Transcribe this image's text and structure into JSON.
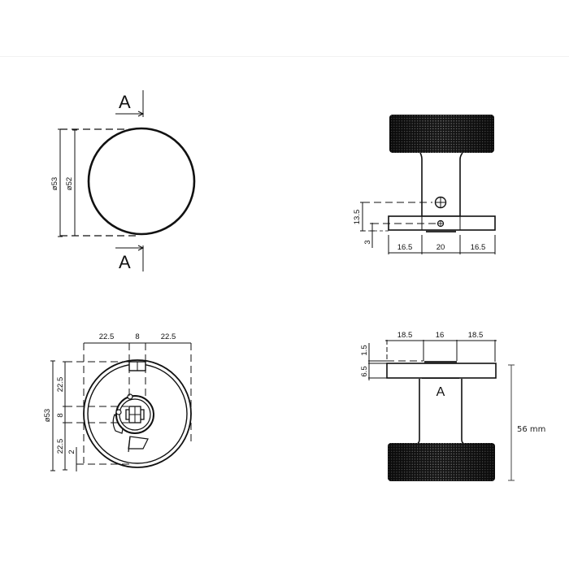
{
  "drawing": {
    "title": "Knurled door knob technical drawing",
    "views": {
      "front_view": {
        "section_label_top": "A",
        "section_label_bottom": "A",
        "dim_outer": "ø53",
        "dim_inner": "ø52"
      },
      "side_view_top": {
        "dim_hole_height": "13.5",
        "dim_small_hole": "3",
        "dim_widths": [
          "16.5",
          "20",
          "16.5"
        ]
      },
      "rose_back_view": {
        "dim_widths": [
          "22.5",
          "8",
          "22.5"
        ],
        "dim_heights": [
          "22.5",
          "8",
          "22.5"
        ],
        "dim_diameter": "ø53",
        "dim_offset": "2"
      },
      "side_view_bottom": {
        "dim_widths": [
          "18.5",
          "16",
          "18.5"
        ],
        "dim_plate_top": "1.5",
        "dim_plate": "6.5",
        "section_label": "A",
        "total_height": "56 mm"
      }
    },
    "colors": {
      "line": "#111111",
      "knurl": "#1a1a1a",
      "background": "#ffffff",
      "separator": "#f1f1f1"
    }
  }
}
